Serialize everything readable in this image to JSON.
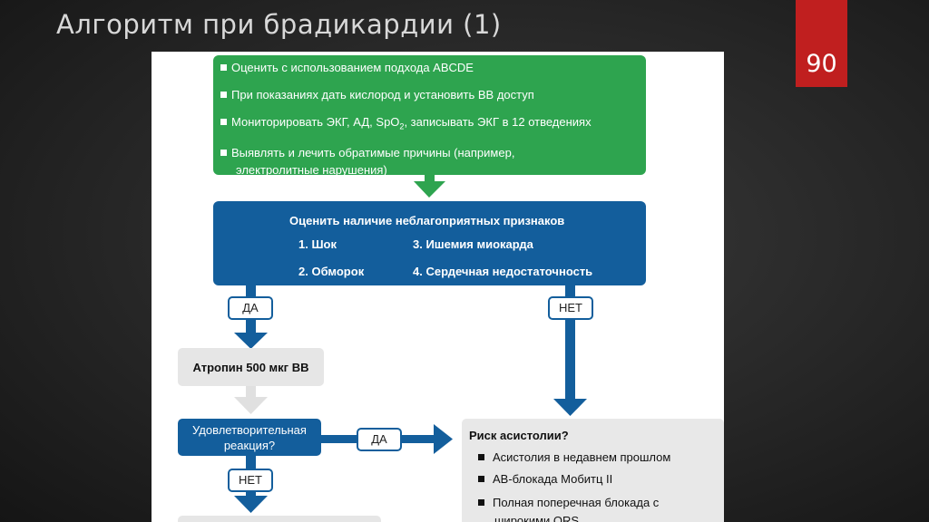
{
  "slide": {
    "title": "Алгоритм при брадикардии (1)",
    "page_number": "90"
  },
  "diagram": {
    "assess_box": {
      "items": [
        "Оценить с использованием подхода ABCDE",
        "При показаниях дать кислород и установить ВВ доступ",
        "Мониторировать ЭКГ, АД, SpO",
        ", записывать ЭКГ в 12 отведениях",
        "Выявлять и лечить обратимые причины (например,",
        "электролитные нарушения)"
      ],
      "spo2_subscript": "2"
    },
    "adverse_box": {
      "title": "Оценить наличие неблагоприятных признаков",
      "signs": [
        "1. Шок",
        "3. Ишемия миокарда",
        "2. Обморок",
        "4. Сердечная недостаточность"
      ]
    },
    "yes_label": "ДА",
    "no_label": "НЕТ",
    "atropine_box": "Атропин 500 мкг ВВ",
    "response_box": [
      "Удовлетворительная",
      "реакция?"
    ],
    "risk_box": {
      "title": "Риск асистолии?",
      "items": [
        "Асистолия в недавнем прошлом",
        "АВ-блокада Мобитц II",
        "Полная поперечная блокада с",
        "широкими QRS"
      ]
    },
    "colors": {
      "green": "#2ea44f",
      "blue": "#135e9c",
      "red_badge": "#c01f1f",
      "gray": "#e6e6e6"
    }
  }
}
